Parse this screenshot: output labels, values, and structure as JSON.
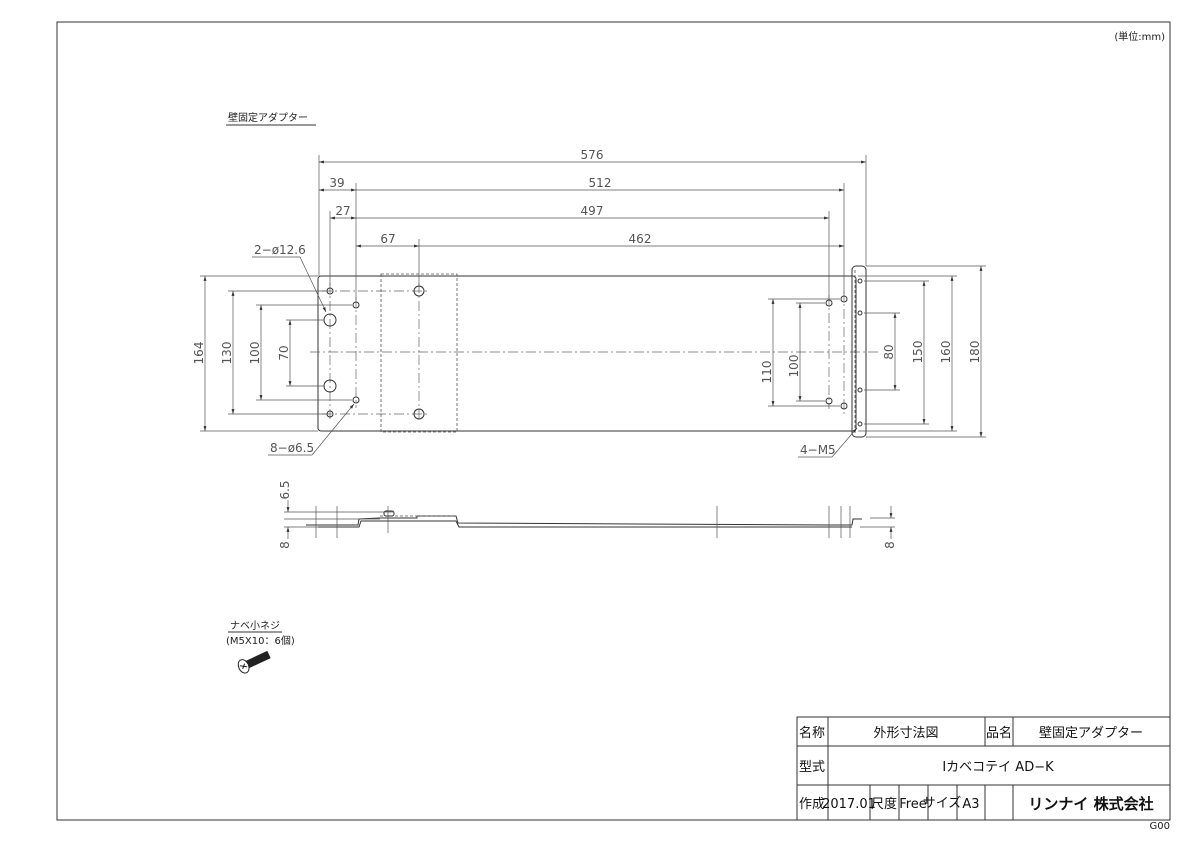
{
  "unit_note": "(単位:mm)",
  "part_title": "壁固定アダプター",
  "dimensions": {
    "overall_width": "576",
    "d39": "39",
    "d512": "512",
    "d27": "27",
    "d497": "497",
    "d67": "67",
    "d462": "462",
    "left_164": "164",
    "left_130": "130",
    "left_100": "100",
    "left_70": "70",
    "right_110": "110",
    "right_100": "100",
    "right_80": "80",
    "right_150": "150",
    "right_160": "160",
    "right_180": "180",
    "side_6_5": "6.5",
    "side_8_left": "8",
    "side_8_right": "8"
  },
  "callouts": {
    "large_holes": "2−ø12.6",
    "small_holes": "8−ø6.5",
    "tapped_holes": "4−M5"
  },
  "screw": {
    "name": "ナベ小ネジ",
    "spec": "(M5X10：6個)"
  },
  "title_block": {
    "name_label": "名称",
    "name_value": "外形寸法図",
    "product_label": "品名",
    "product_value": "壁固定アダプター",
    "model_label": "型式",
    "model_value": "Iカベコテイ AD−K",
    "created_label": "作成",
    "created_value": "2017.01",
    "scale_label": "尺度",
    "scale_value": "Free",
    "size_label": "サイズ",
    "size_value": "A3",
    "company": "リンナイ 株式会社",
    "sheet_code": "G00"
  }
}
